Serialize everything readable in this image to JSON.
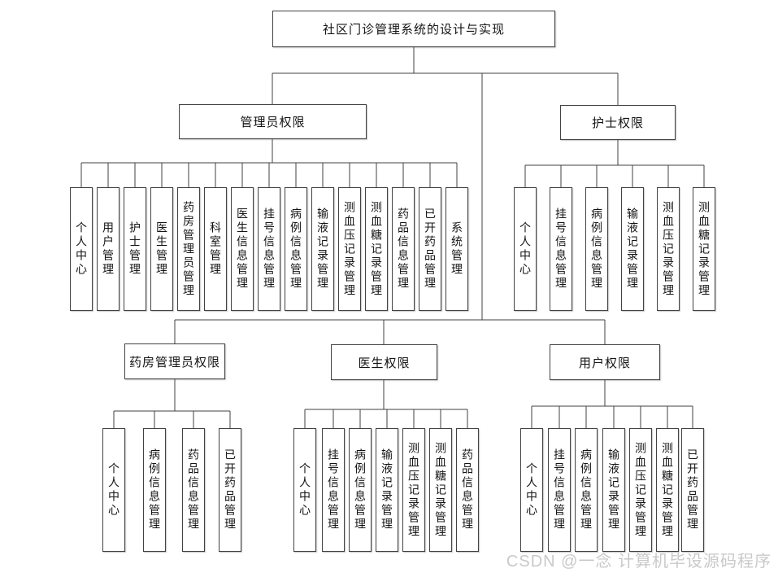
{
  "diagram": {
    "title": "社区门诊管理系统的设计与实现",
    "watermark": "CSDN @一念 计算机毕设源码程序",
    "colors": {
      "background": "#ffffff",
      "line": "#424242",
      "box_border": "#424242",
      "text": "#141414",
      "watermark": "#c9c9c9"
    },
    "sections": [
      {
        "id": "admin",
        "label": "管理员权限",
        "children": [
          "个人中心",
          "用户管理",
          "护士管理",
          "医生管理",
          "药房管理员管理",
          "科室管理",
          "医生信息管理",
          "挂号信息管理",
          "病例信息管理",
          "输液记录管理",
          "测血压记录管理",
          "测血糖记录管理",
          "药品信息管理",
          "已开药品管理",
          "系统管理"
        ]
      },
      {
        "id": "nurse",
        "label": "护士权限",
        "children": [
          "个人中心",
          "挂号信息管理",
          "病例信息管理",
          "输液记录管理",
          "测血压记录管理",
          "测血糖记录管理"
        ]
      },
      {
        "id": "pharmacy",
        "label": "药房管理员权限",
        "children": [
          "个人中心",
          "病例信息管理",
          "药品信息管理",
          "已开药品管理"
        ]
      },
      {
        "id": "doctor",
        "label": "医生权限",
        "children": [
          "个人中心",
          "挂号信息管理",
          "病例信息管理",
          "输液记录管理",
          "测血压记录管理",
          "测血糖记录管理",
          "药品信息管理"
        ]
      },
      {
        "id": "user",
        "label": "用户权限",
        "children": [
          "个人中心",
          "挂号信息管理",
          "病例信息管理",
          "输液记录管理",
          "测血压记录管理",
          "测血糖记录管理",
          "已开药品管理"
        ]
      }
    ]
  }
}
